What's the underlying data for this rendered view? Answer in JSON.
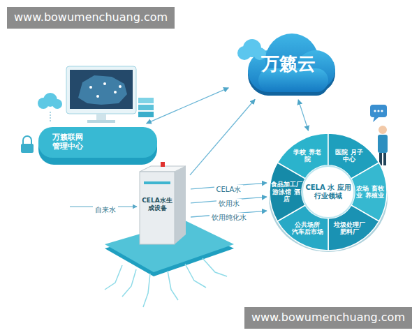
{
  "diagram": {
    "nodes": [
      {
        "text": [
          "万籁云"
        ]
      },
      {
        "text": [
          "万籁联网 管理中心"
        ]
      },
      {
        "text": [
          "CELA水生成设备"
        ]
      },
      {
        "text": [
          "CELA 水 应用行业领域"
        ]
      },
      {
        "text": [
          "学校 养老院"
        ],
        "in": 3
      },
      {
        "text": [
          "医院 月子中心"
        ],
        "in": 3
      },
      {
        "text": [
          "农场 畜牧业 养殖业"
        ],
        "in": 3
      },
      {
        "text": [
          "垃圾处理厂 肥料厂"
        ],
        "in": 3
      },
      {
        "text": [
          "公共场所 汽车后市场"
        ],
        "in": 3
      },
      {
        "text": [
          "食品加工厂 游泳馆 酒店"
        ],
        "in": 3
      }
    ],
    "edges": [
      {
        "from": 1,
        "to": 0,
        "arrow": "both"
      },
      {
        "from": 2,
        "to": 0,
        "arrow": "to"
      },
      {
        "from": 0,
        "to": 3,
        "arrow": "both"
      },
      {
        "from": 2,
        "to": 3,
        "label": "CELA水",
        "arrow": "to"
      },
      {
        "from": 2,
        "to": 3,
        "label": "饮用水",
        "arrow": "to"
      },
      {
        "from": 2,
        "to": 3,
        "label": "饮用纯化水",
        "arrow": "to"
      }
    ],
    "labels": [
      "www.bowumenchuang.com",
      "自来水",
      "www.bowumenchuang.com"
    ]
  }
}
